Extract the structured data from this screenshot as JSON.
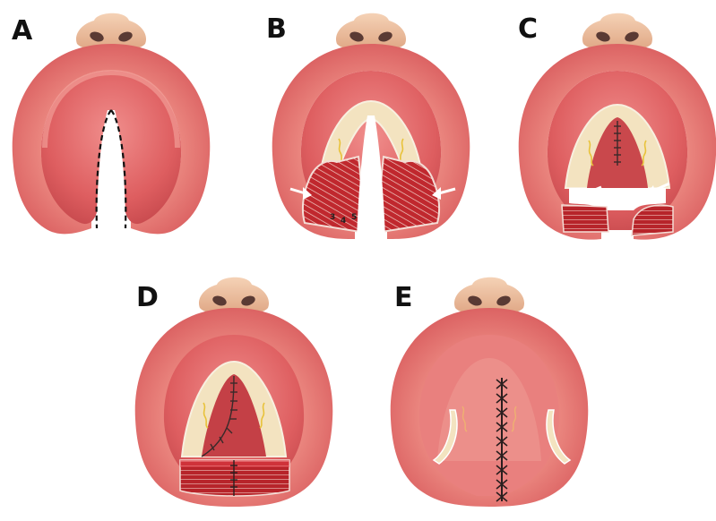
{
  "panels": [
    {
      "id": "A",
      "label": "A"
    },
    {
      "id": "B",
      "label": "B",
      "numbers": [
        "3",
        "4",
        "5"
      ]
    },
    {
      "id": "C",
      "label": "C"
    },
    {
      "id": "D",
      "label": "D"
    },
    {
      "id": "E",
      "label": "E"
    }
  ],
  "colors": {
    "gum": "#e26a6a",
    "gum_light": "#f6b2a8",
    "gum_dark": "#c84a4a",
    "palate": "#de5a5c",
    "nose": "#efbf9f",
    "nostril": "#5a3a34",
    "bone": "#f3e3c0",
    "muscle": "#b8242a",
    "suture": "#3a2a2a"
  }
}
